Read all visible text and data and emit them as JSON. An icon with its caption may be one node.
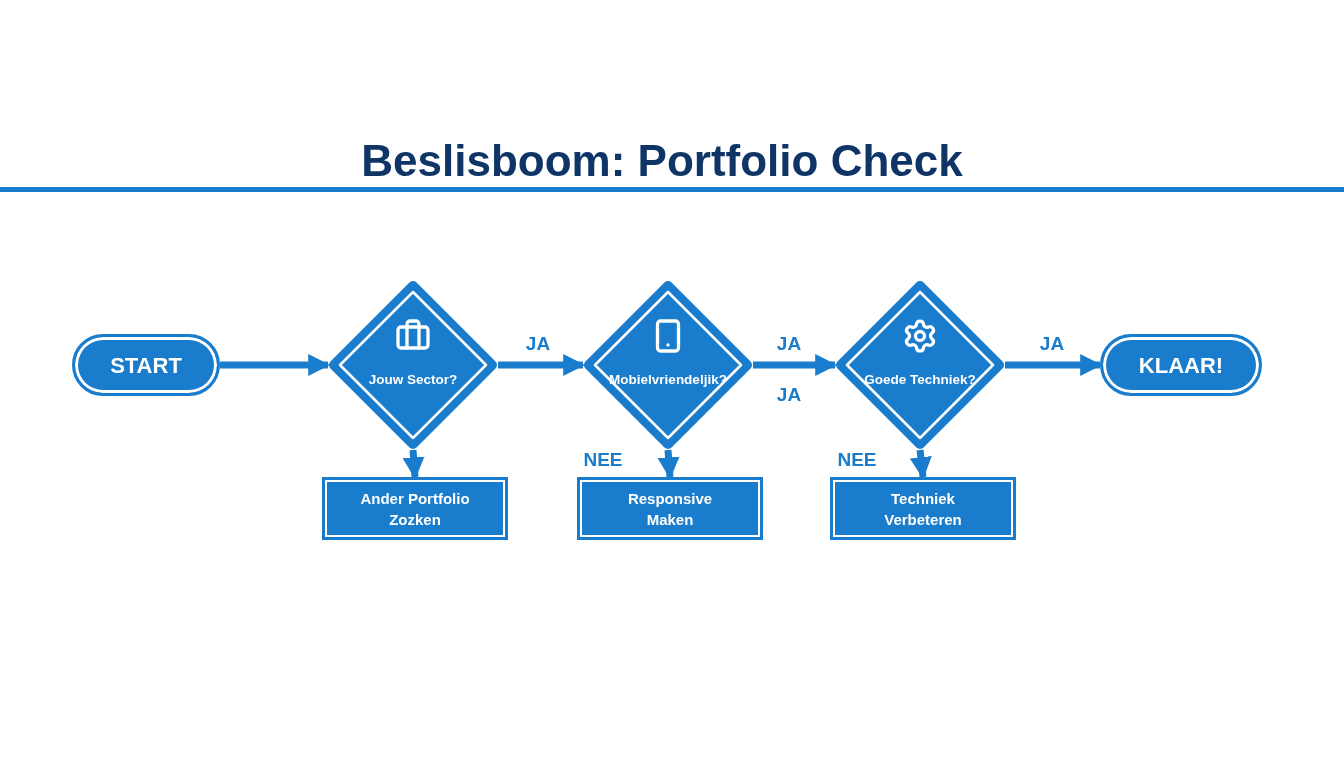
{
  "diagram": {
    "title": "Beslisboom: Portfolio Check",
    "nodes": [
      {
        "text": [
          "START"
        ]
      },
      {
        "text": [
          "Jouw Sector?"
        ]
      },
      {
        "text": [
          "Mobielvriendeljik?"
        ]
      },
      {
        "text": [
          "Goede Techniek?"
        ]
      },
      {
        "text": [
          "KLAAR!"
        ]
      },
      {
        "text": [
          "Ander Portfolio Zozken"
        ]
      },
      {
        "text": [
          "Responsive Maken"
        ]
      },
      {
        "text": [
          "Techniek Verbeteren"
        ]
      }
    ],
    "edges": [
      {
        "from": 0,
        "to": 1,
        "arrow": "to"
      },
      {
        "from": 1,
        "to": 2,
        "arrow": "to",
        "label": "JA"
      },
      {
        "from": 2,
        "to": 3,
        "arrow": "to",
        "label": "JA"
      },
      {
        "from": 3,
        "to": 4,
        "arrow": "to",
        "label": "JA"
      },
      {
        "from": 1,
        "to": 5,
        "arrow": "to"
      },
      {
        "from": 2,
        "to": 6,
        "arrow": "to",
        "label": "NEE"
      },
      {
        "from": 3,
        "to": 7,
        "arrow": "to",
        "label": "NEE"
      }
    ],
    "labels": [
      "JA"
    ]
  }
}
